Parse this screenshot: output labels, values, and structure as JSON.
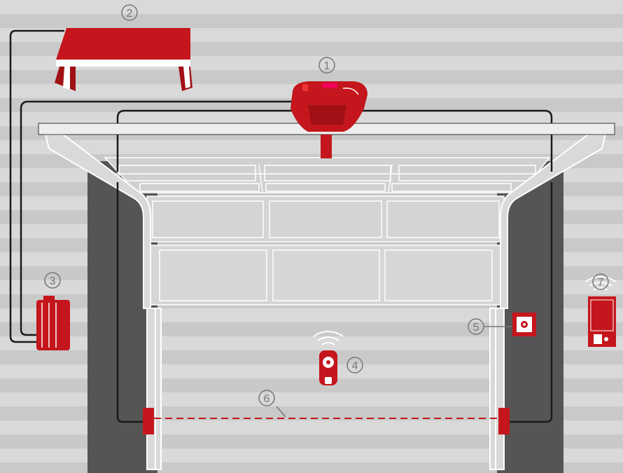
{
  "colors": {
    "background_light": "#d9d9d9",
    "background_stripe": "#c9c9c9",
    "wall_dark": "#555555",
    "accent_red": "#c4161c",
    "wire_black": "#1a1a1a",
    "door_white": "#ffffff",
    "number_grey": "#777777"
  },
  "callouts": [
    {
      "label": "1",
      "part": "garage-door-opener"
    },
    {
      "label": "2",
      "part": "emergency-battery"
    },
    {
      "label": "3",
      "part": "wall-console-box"
    },
    {
      "label": "4",
      "part": "hand-transmitter"
    },
    {
      "label": "5",
      "part": "wall-button"
    },
    {
      "label": "6",
      "part": "photocell-light-barrier"
    },
    {
      "label": "7",
      "part": "wireless-keypad"
    }
  ],
  "icons": [
    "wireless-signal-icon"
  ]
}
